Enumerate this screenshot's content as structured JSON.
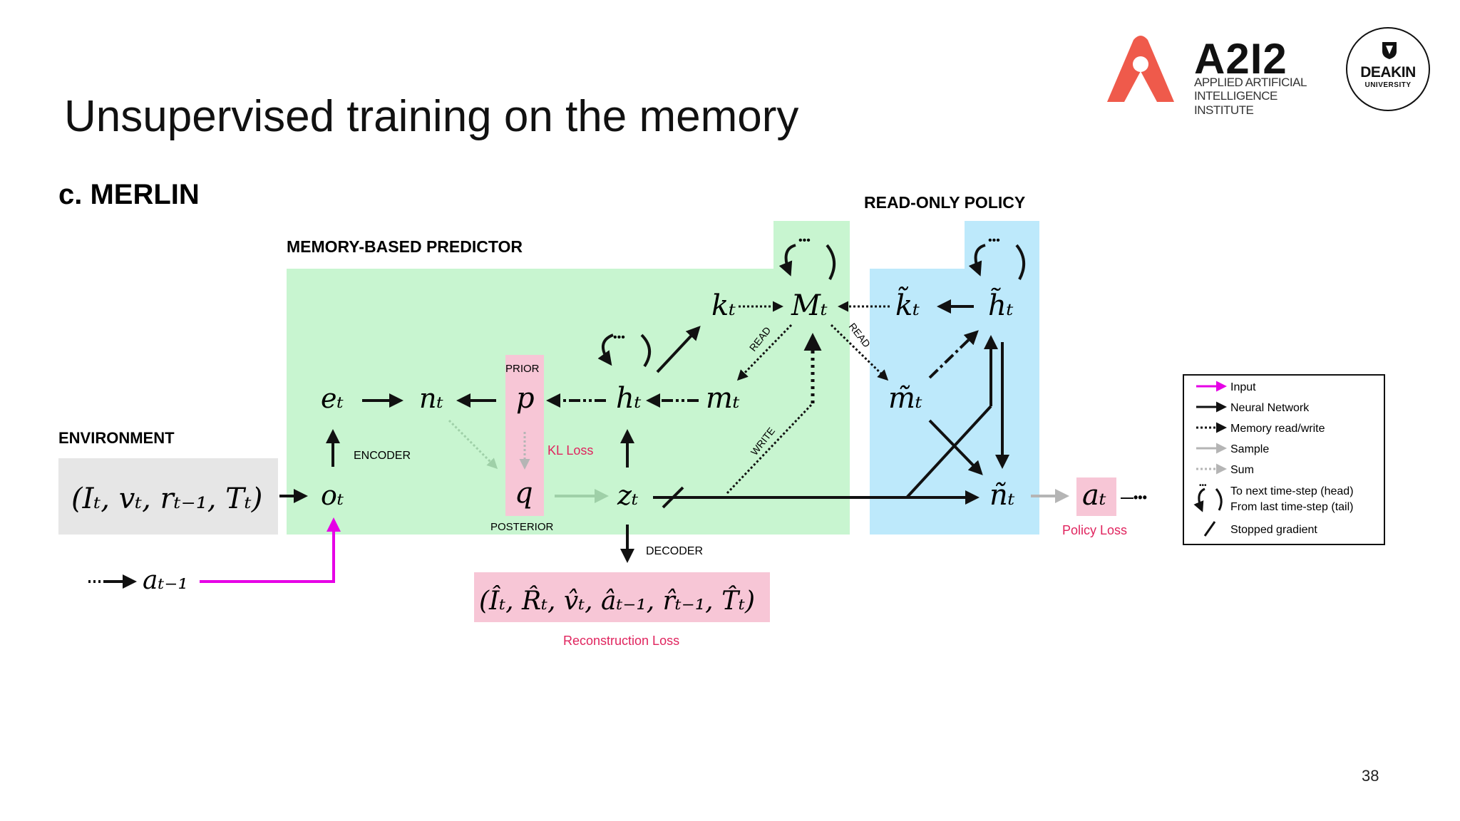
{
  "slide": {
    "title": "Unsupervised training on the memory",
    "page_number": "38"
  },
  "logos": {
    "a2i2": {
      "wordmark": "A2I2",
      "line1": "APPLIED ARTIFICIAL",
      "line2": "INTELLIGENCE INSTITUTE",
      "color": "#ef5a4b"
    },
    "deakin": {
      "name": "DEAKIN",
      "sub": "UNIVERSITY"
    }
  },
  "figure": {
    "panel_label": "c. MERLIN",
    "sections": {
      "environment": "ENVIRONMENT",
      "predictor": "MEMORY-BASED PREDICTOR",
      "policy": "READ-ONLY POLICY"
    },
    "colors": {
      "green": "#c8f5d0",
      "blue": "#bde9fb",
      "pink": "#f7c6d6",
      "gray": "#e6e6e6",
      "magenta": "#e600e6",
      "loss_red": "#e0245e"
    },
    "nodes": {
      "env_tuple": "(Iₜ, vₜ, rₜ₋₁, Tₜ)",
      "o": "oₜ",
      "e": "eₜ",
      "n": "nₜ",
      "p": "p",
      "q": "q",
      "h": "hₜ",
      "m": "mₜ",
      "z": "zₜ",
      "k": "kₜ",
      "M": "Mₜ",
      "k_tilde": "k̃ₜ",
      "h_tilde": "h̃ₜ",
      "m_tilde": "m̃ₜ",
      "n_tilde": "ñₜ",
      "a": "aₜ",
      "a_prev": "aₜ₋₁",
      "recon_tuple": "(Îₜ, R̂ₜ, v̂ₜ, âₜ₋₁, r̂ₜ₋₁, T̂ₜ)",
      "loop_dots": "•••",
      "a_tail_dots": "—•••"
    },
    "labels": {
      "encoder": "ENCODER",
      "decoder": "DECODER",
      "prior": "PRIOR",
      "posterior": "POSTERIOR",
      "kl_loss": "KL Loss",
      "policy_loss": "Policy Loss",
      "reconstruction_loss": "Reconstruction Loss",
      "read1": "READ",
      "read2": "READ",
      "write": "WRITE"
    },
    "legend": [
      {
        "style": "input",
        "label": "Input"
      },
      {
        "style": "neural",
        "label": "Neural Network"
      },
      {
        "style": "memory",
        "label": "Memory read/write"
      },
      {
        "style": "sample",
        "label": "Sample"
      },
      {
        "style": "sum",
        "label": "Sum"
      },
      {
        "style": "timestep",
        "label": "To next time-step (head)",
        "label2": "From last time-step (tail)"
      },
      {
        "style": "stopgrad",
        "label": "Stopped gradient"
      }
    ]
  }
}
